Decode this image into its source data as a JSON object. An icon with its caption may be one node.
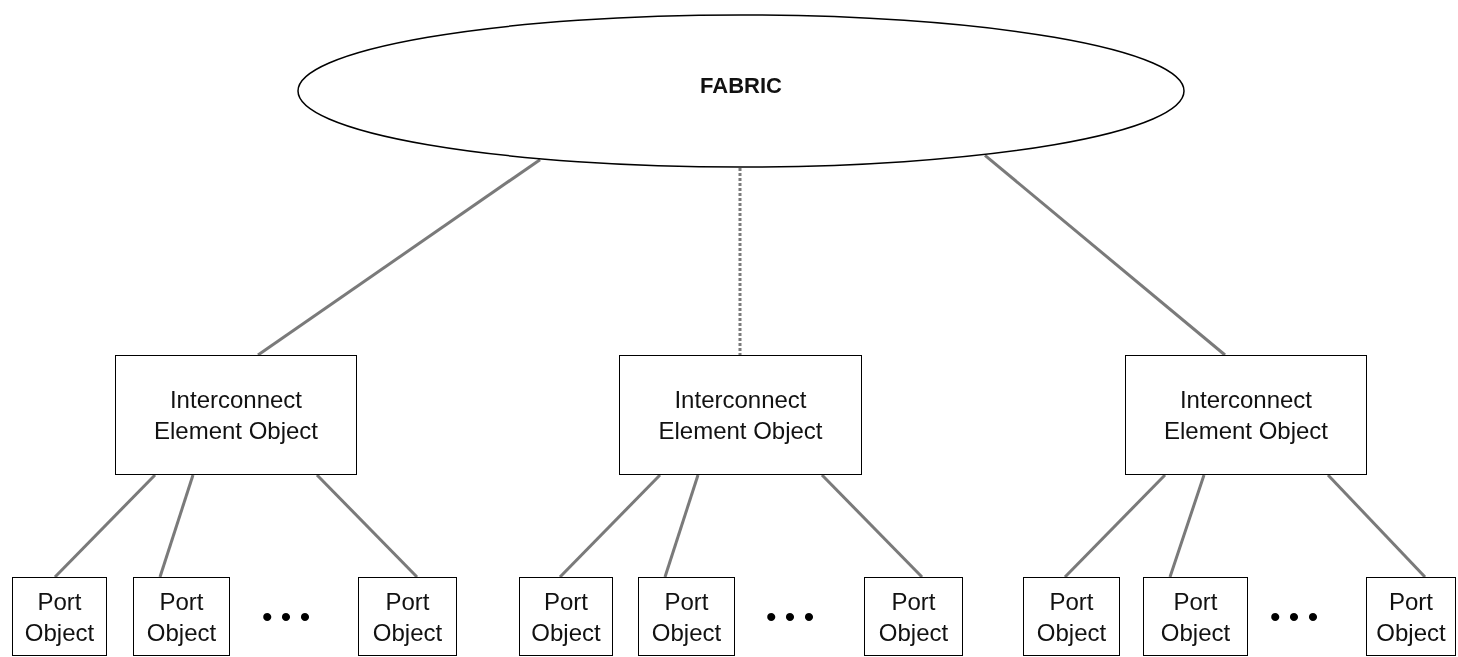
{
  "diagram": {
    "nodes": [
      {
        "text": [
          "FABRIC"
        ]
      },
      {
        "text": [
          "Interconnect Element Object"
        ]
      },
      {
        "text": [
          "Interconnect Element Object"
        ]
      },
      {
        "text": [
          "Interconnect Element Object"
        ]
      },
      {
        "text": [
          "Port Object"
        ]
      },
      {
        "text": [
          "Port Object"
        ]
      },
      {
        "text": [
          "Port Object"
        ]
      },
      {
        "text": [
          "Port Object"
        ]
      },
      {
        "text": [
          "Port Object"
        ]
      },
      {
        "text": [
          "Port Object"
        ]
      },
      {
        "text": [
          "Port Object"
        ]
      },
      {
        "text": [
          "Port Object"
        ]
      },
      {
        "text": [
          "Port Object"
        ]
      }
    ],
    "edges": [
      {
        "from": 0,
        "to": 1,
        "arrow": "none"
      },
      {
        "from": 0,
        "to": 2,
        "arrow": "none",
        "style": "dashed"
      },
      {
        "from": 0,
        "to": 3,
        "arrow": "none"
      },
      {
        "from": 1,
        "to": 4,
        "arrow": "none"
      },
      {
        "from": 1,
        "to": 5,
        "arrow": "none"
      },
      {
        "from": 1,
        "to": 6,
        "arrow": "none"
      },
      {
        "from": 2,
        "to": 7,
        "arrow": "none"
      },
      {
        "from": 2,
        "to": 8,
        "arrow": "none"
      },
      {
        "from": 2,
        "to": 9,
        "arrow": "none"
      },
      {
        "from": 3,
        "to": 10,
        "arrow": "none"
      },
      {
        "from": 3,
        "to": 11,
        "arrow": "none"
      },
      {
        "from": 3,
        "to": 12,
        "arrow": "none"
      }
    ],
    "labels": [
      "• • •",
      "• • •",
      "• • •"
    ]
  }
}
